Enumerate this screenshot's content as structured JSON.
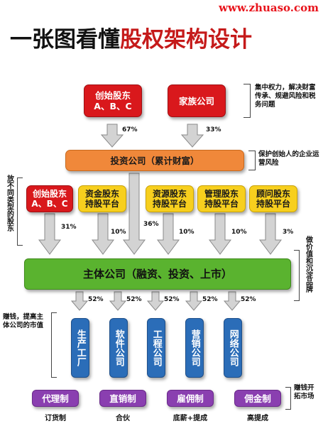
{
  "watermark": "www.zhuaso.com",
  "title": {
    "part1": "一张图看懂",
    "part2": "股权架构设计"
  },
  "top": {
    "founders": {
      "line1": "创始股东",
      "line2": "A、B、C"
    },
    "family": "家族公司",
    "note": "集中权力，解决财富传承、规避风险和税务问题",
    "pct_founders": "67%",
    "pct_family": "33%"
  },
  "investment": {
    "label": "投资公司（累计财富）",
    "note": "保护创始人的企业运营风险"
  },
  "shareholders": {
    "side_label": "放不同类型的股东",
    "founders": {
      "line1": "创始股东",
      "line2": "A、B、C"
    },
    "items": [
      {
        "line1": "资金股东",
        "line2": "持股平台"
      },
      {
        "line1": "资源股东",
        "line2": "持股平台"
      },
      {
        "line1": "管理股东",
        "line2": "持股平台"
      },
      {
        "line1": "顾问股东",
        "line2": "持股平台"
      }
    ],
    "pcts": [
      "31%",
      "10%",
      "36%",
      "10%",
      "10%",
      "3%"
    ]
  },
  "main": {
    "label": "主体公司（融资、投资、上市）",
    "note": "做价值和沉淀品牌",
    "pcts": [
      "52%",
      "52%",
      "52%",
      "52%",
      "52%"
    ]
  },
  "subsidiaries": {
    "note": "赚钱，提高主体公司的市值",
    "items": [
      "生产工厂",
      "软件公司",
      "工程公司",
      "营销公司",
      "网络公司"
    ]
  },
  "channels": {
    "note": "赚钱开拓市场",
    "items": [
      {
        "label": "代理制",
        "sub": "订货制"
      },
      {
        "label": "直销制",
        "sub": "合伙"
      },
      {
        "label": "雇佣制",
        "sub": "底薪+提成"
      },
      {
        "label": "佣金制",
        "sub": "高提成"
      }
    ]
  },
  "colors": {
    "red": "#d9181c",
    "orange": "#f0883a",
    "yellow": "#f7cf1e",
    "green": "#5ab32f",
    "blue": "#2b6db8",
    "purple": "#8a3fb0",
    "arrow_gray": "#d3d3d3"
  }
}
